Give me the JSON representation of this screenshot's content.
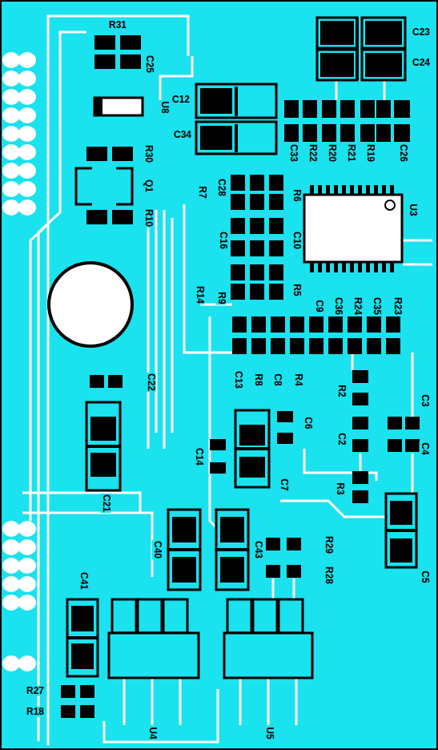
{
  "diagram": {
    "labels": [
      "R31",
      "C25",
      "C23",
      "C24",
      "U8",
      "C12",
      "C34",
      "R30",
      "Q1",
      "R10",
      "C33",
      "R22",
      "R20",
      "R21",
      "R19",
      "C26",
      "R7",
      "C28",
      "R6",
      "U3",
      "C16",
      "C10",
      "R14",
      "R9",
      "R5",
      "C9",
      "C36",
      "R24",
      "C35",
      "R23",
      "C13",
      "R8",
      "C8",
      "R4",
      "R2",
      "C3",
      "C22",
      "C6",
      "C2",
      "C4",
      "C14",
      "C7",
      "R3",
      "C21",
      "C5",
      "C40",
      "C43",
      "R29",
      "R28",
      "C41",
      "R27",
      "R18",
      "U4",
      "U5"
    ]
  }
}
